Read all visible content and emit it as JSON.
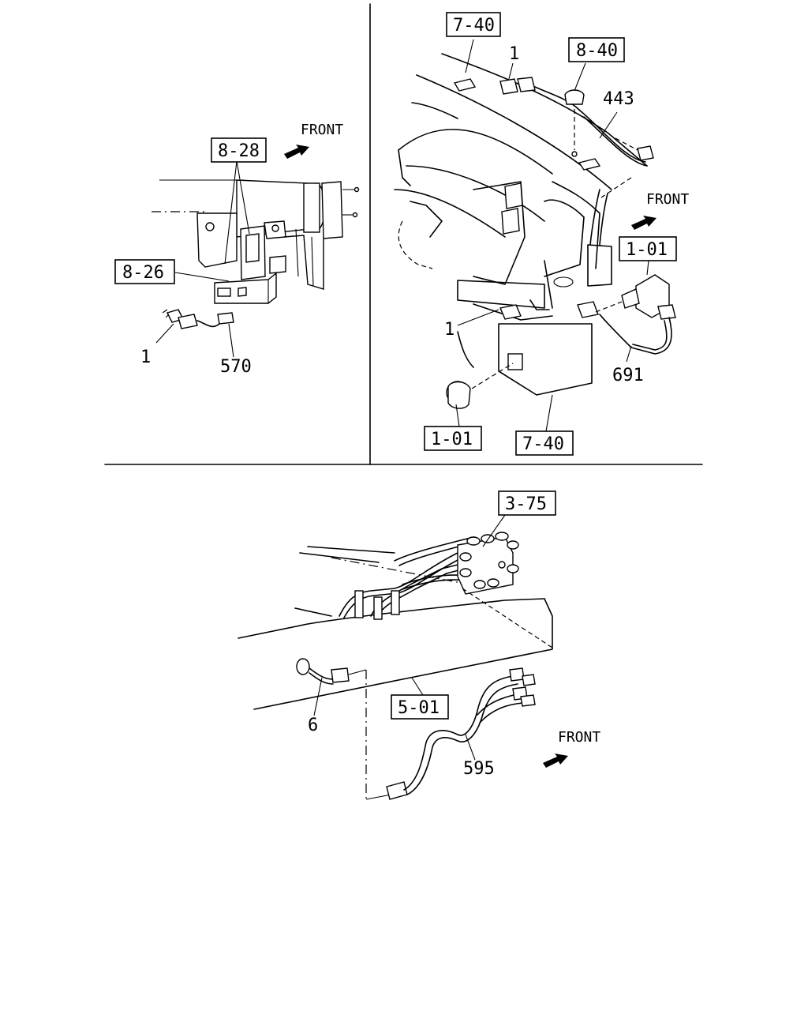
{
  "dividers": true,
  "labels": {
    "tl_front": "FRONT",
    "tl_ref_828": "8-28",
    "tl_ref_826": "8-26",
    "tl_callout_1": "1",
    "tl_callout_570": "570",
    "tr_ref_740_top": "7-40",
    "tr_ref_840": "8-40",
    "tr_callout_1_top": "1",
    "tr_callout_443": "443",
    "tr_front": "FRONT",
    "tr_ref_101_right": "1-01",
    "tr_callout_1_mid": "1",
    "tr_callout_691": "691",
    "tr_ref_101_bottom": "1-01",
    "tr_ref_740_bottom": "7-40",
    "b_ref_375": "3-75",
    "b_ref_501": "5-01",
    "b_callout_6": "6",
    "b_callout_595": "595",
    "b_front": "FRONT"
  },
  "icons": {
    "front_arrow": "front-arrow-icon"
  }
}
